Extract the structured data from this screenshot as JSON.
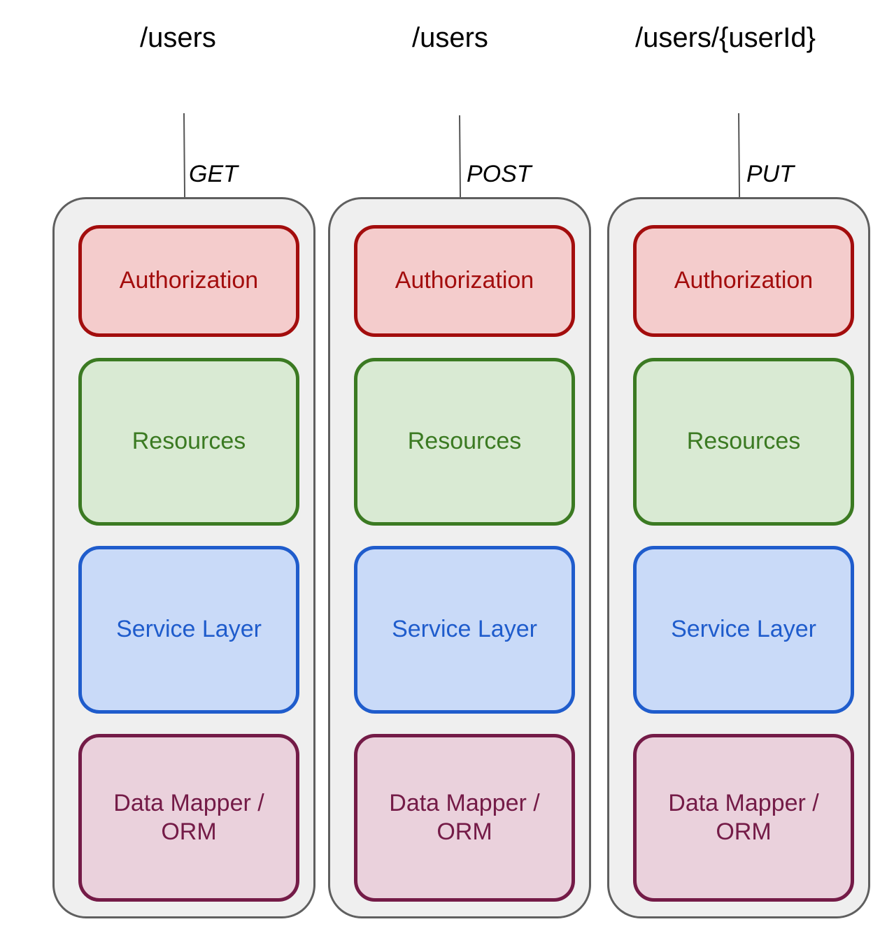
{
  "colors": {
    "authorization": {
      "border": "#a30d0d",
      "fill": "#f4cccc",
      "text": "#a30d0d"
    },
    "resources": {
      "border": "#3b7a22",
      "fill": "#d9ead3",
      "text": "#3b7a22"
    },
    "service_layer": {
      "border": "#1f5ccc",
      "fill": "#c9daf8",
      "text": "#1f5ccc"
    },
    "data_mapper": {
      "border": "#741b47",
      "fill": "#ead1dc",
      "text": "#741b47"
    },
    "stack_fill": "#efefef",
    "stack_border": "#5f5f5f"
  },
  "columns": [
    {
      "route": "/users",
      "method": "GET",
      "layers": {
        "authorization": "Authorization",
        "resources": "Resources",
        "service_layer": "Service Layer",
        "data_mapper_line1": "Data Mapper /",
        "data_mapper_line2": "ORM"
      }
    },
    {
      "route": "/users",
      "method": "POST",
      "layers": {
        "authorization": "Authorization",
        "resources": "Resources",
        "service_layer": "Service Layer",
        "data_mapper_line1": "Data Mapper /",
        "data_mapper_line2": "ORM"
      }
    },
    {
      "route": "/users/{userId}",
      "method": "PUT",
      "layers": {
        "authorization": "Authorization",
        "resources": "Resources",
        "service_layer": "Service Layer",
        "data_mapper_line1": "Data Mapper /",
        "data_mapper_line2": "ORM"
      }
    }
  ]
}
